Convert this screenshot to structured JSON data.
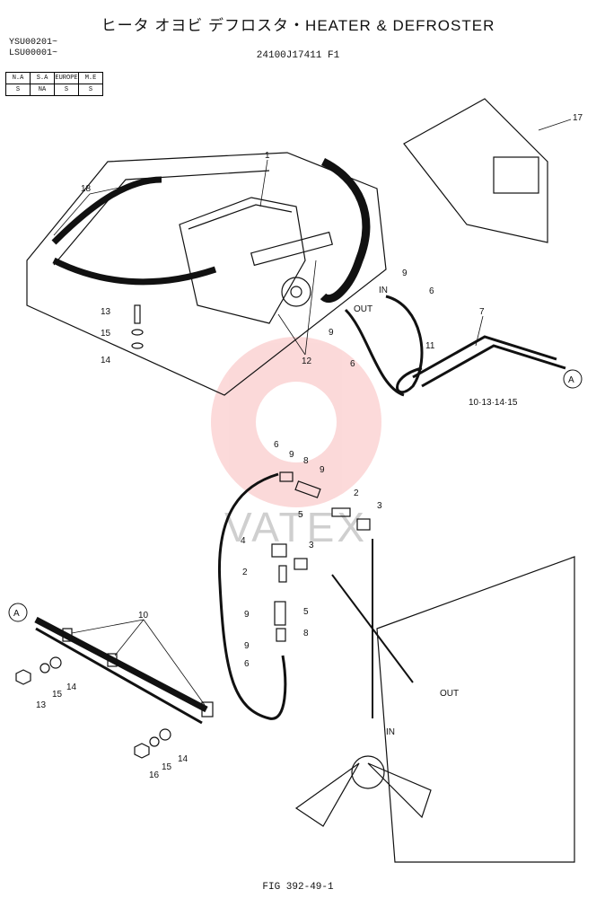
{
  "header": {
    "title": "ヒータ オヨビ デフロスタ・HEATER & DEFROSTER",
    "serial_1": "YSU00201~",
    "serial_2": "LSU00001~",
    "drawing_code": "24100J17411 F1"
  },
  "market_table": {
    "headers": [
      "N.A",
      "S.A",
      "EUROPE",
      "M.E"
    ],
    "values": [
      "S",
      "NA",
      "S",
      "S"
    ]
  },
  "watermark": "VATEX",
  "labels": {
    "p1": "1",
    "p2a": "2",
    "p2b": "2",
    "p3a": "3",
    "p3b": "3",
    "p4": "4",
    "p5a": "5",
    "p5b": "5",
    "p6a": "6",
    "p6b": "6",
    "p6c": "6",
    "p6d": "6",
    "p7": "7",
    "p8a": "8",
    "p8b": "8",
    "p9a": "9",
    "p9b": "9",
    "p9c": "9",
    "p9d": "9",
    "p9e": "9",
    "p10a": "10",
    "p10b": "10·13·14·15",
    "p11": "11",
    "p12": "12",
    "p13a": "13",
    "p13b": "13",
    "p14a": "14",
    "p14b": "14",
    "p14c": "14",
    "p15a": "15",
    "p15b": "15",
    "p15c": "15",
    "p16": "16",
    "p17": "17",
    "p18": "18",
    "in1": "IN",
    "out1": "OUT",
    "in2": "IN",
    "out2": "OUT",
    "refA1": "A",
    "refA2": "A"
  },
  "footer": {
    "figure": "FIG 392-49-1"
  }
}
